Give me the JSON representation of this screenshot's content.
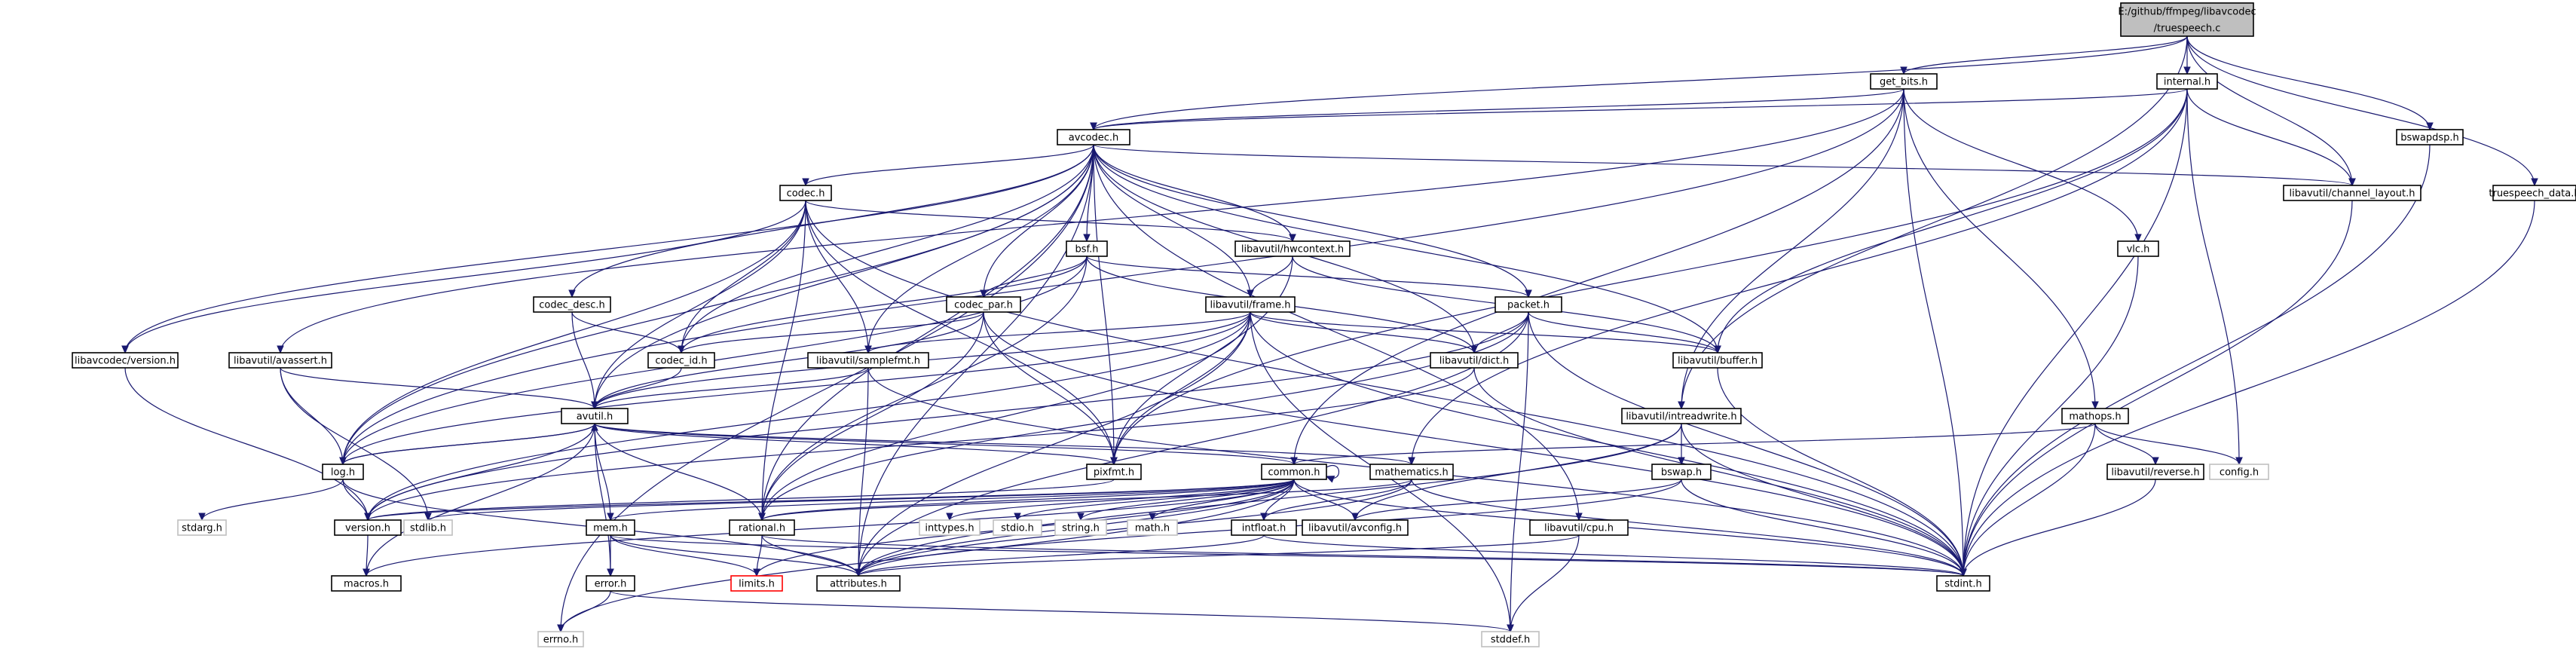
{
  "nodes": [
    {
      "id": "truespeech",
      "lines": [
        "E:/github/ffmpeg/libavcodec",
        "/truespeech.c"
      ],
      "kind": "root"
    },
    {
      "id": "get_bits",
      "lines": [
        "get_bits.h"
      ],
      "kind": "file"
    },
    {
      "id": "internal",
      "lines": [
        "internal.h"
      ],
      "kind": "file"
    },
    {
      "id": "avcodec",
      "lines": [
        "avcodec.h"
      ],
      "kind": "file"
    },
    {
      "id": "bswapdsp",
      "lines": [
        "bswapdsp.h"
      ],
      "kind": "file"
    },
    {
      "id": "channel_layout",
      "lines": [
        "libavutil/channel_layout.h"
      ],
      "kind": "file"
    },
    {
      "id": "truespeech_data",
      "lines": [
        "truespeech_data.h"
      ],
      "kind": "file"
    },
    {
      "id": "codec",
      "lines": [
        "codec.h"
      ],
      "kind": "file"
    },
    {
      "id": "bsf",
      "lines": [
        "bsf.h"
      ],
      "kind": "file"
    },
    {
      "id": "hwcontext",
      "lines": [
        "libavutil/hwcontext.h"
      ],
      "kind": "file"
    },
    {
      "id": "vlc",
      "lines": [
        "vlc.h"
      ],
      "kind": "file"
    },
    {
      "id": "codec_desc",
      "lines": [
        "codec_desc.h"
      ],
      "kind": "file"
    },
    {
      "id": "codec_par",
      "lines": [
        "codec_par.h"
      ],
      "kind": "file"
    },
    {
      "id": "frame",
      "lines": [
        "libavutil/frame.h"
      ],
      "kind": "file"
    },
    {
      "id": "packet",
      "lines": [
        "packet.h"
      ],
      "kind": "file"
    },
    {
      "id": "avcodec_version",
      "lines": [
        "libavcodec/version.h"
      ],
      "kind": "file"
    },
    {
      "id": "avassert",
      "lines": [
        "libavutil/avassert.h"
      ],
      "kind": "file"
    },
    {
      "id": "codec_id",
      "lines": [
        "codec_id.h"
      ],
      "kind": "file"
    },
    {
      "id": "samplefmt",
      "lines": [
        "libavutil/samplefmt.h"
      ],
      "kind": "file"
    },
    {
      "id": "dict",
      "lines": [
        "libavutil/dict.h"
      ],
      "kind": "file"
    },
    {
      "id": "buffer",
      "lines": [
        "libavutil/buffer.h"
      ],
      "kind": "file"
    },
    {
      "id": "avutil",
      "lines": [
        "avutil.h"
      ],
      "kind": "file"
    },
    {
      "id": "intreadwrite",
      "lines": [
        "libavutil/intreadwrite.h"
      ],
      "kind": "file"
    },
    {
      "id": "mathops",
      "lines": [
        "mathops.h"
      ],
      "kind": "file"
    },
    {
      "id": "log",
      "lines": [
        "log.h"
      ],
      "kind": "file"
    },
    {
      "id": "pixfmt",
      "lines": [
        "pixfmt.h"
      ],
      "kind": "file"
    },
    {
      "id": "common",
      "lines": [
        "common.h"
      ],
      "kind": "file"
    },
    {
      "id": "mathematics",
      "lines": [
        "mathematics.h"
      ],
      "kind": "file"
    },
    {
      "id": "bswap",
      "lines": [
        "bswap.h"
      ],
      "kind": "file"
    },
    {
      "id": "reverse",
      "lines": [
        "libavutil/reverse.h"
      ],
      "kind": "file"
    },
    {
      "id": "config",
      "lines": [
        "config.h"
      ],
      "kind": "missing"
    },
    {
      "id": "stdarg",
      "lines": [
        "stdarg.h"
      ],
      "kind": "missing"
    },
    {
      "id": "version",
      "lines": [
        "version.h"
      ],
      "kind": "file"
    },
    {
      "id": "stdlib",
      "lines": [
        "stdlib.h"
      ],
      "kind": "missing"
    },
    {
      "id": "mem",
      "lines": [
        "mem.h"
      ],
      "kind": "file"
    },
    {
      "id": "rational",
      "lines": [
        "rational.h"
      ],
      "kind": "file"
    },
    {
      "id": "inttypes",
      "lines": [
        "inttypes.h"
      ],
      "kind": "missing"
    },
    {
      "id": "stdio",
      "lines": [
        "stdio.h"
      ],
      "kind": "missing"
    },
    {
      "id": "string",
      "lines": [
        "string.h"
      ],
      "kind": "missing"
    },
    {
      "id": "math",
      "lines": [
        "math.h"
      ],
      "kind": "missing"
    },
    {
      "id": "intfloat",
      "lines": [
        "intfloat.h"
      ],
      "kind": "file"
    },
    {
      "id": "avconfig",
      "lines": [
        "libavutil/avconfig.h"
      ],
      "kind": "file"
    },
    {
      "id": "cpu",
      "lines": [
        "libavutil/cpu.h"
      ],
      "kind": "file"
    },
    {
      "id": "macros",
      "lines": [
        "macros.h"
      ],
      "kind": "file"
    },
    {
      "id": "limits",
      "lines": [
        "limits.h"
      ],
      "kind": "error"
    },
    {
      "id": "attributes",
      "lines": [
        "attributes.h"
      ],
      "kind": "file"
    },
    {
      "id": "error",
      "lines": [
        "error.h"
      ],
      "kind": "file"
    },
    {
      "id": "stdint",
      "lines": [
        "stdint.h"
      ],
      "kind": "file"
    },
    {
      "id": "errno",
      "lines": [
        "errno.h"
      ],
      "kind": "missing"
    },
    {
      "id": "stddef",
      "lines": [
        "stddef.h"
      ],
      "kind": "missing"
    }
  ],
  "edges": [
    [
      "truespeech",
      "get_bits"
    ],
    [
      "truespeech",
      "internal"
    ],
    [
      "truespeech",
      "avcodec"
    ],
    [
      "truespeech",
      "bswapdsp"
    ],
    [
      "truespeech",
      "channel_layout"
    ],
    [
      "truespeech",
      "truespeech_data"
    ],
    [
      "truespeech",
      "intreadwrite"
    ],
    [
      "get_bits",
      "avcodec"
    ],
    [
      "get_bits",
      "vlc"
    ],
    [
      "get_bits",
      "mathops"
    ],
    [
      "get_bits",
      "avassert"
    ],
    [
      "get_bits",
      "log"
    ],
    [
      "get_bits",
      "common"
    ],
    [
      "get_bits",
      "intreadwrite"
    ],
    [
      "get_bits",
      "stdint"
    ],
    [
      "internal",
      "avcodec"
    ],
    [
      "internal",
      "channel_layout"
    ],
    [
      "internal",
      "buffer"
    ],
    [
      "internal",
      "mathematics"
    ],
    [
      "internal",
      "pixfmt"
    ],
    [
      "internal",
      "config"
    ],
    [
      "internal",
      "stdint"
    ],
    [
      "avcodec",
      "codec"
    ],
    [
      "avcodec",
      "bsf"
    ],
    [
      "avcodec",
      "hwcontext"
    ],
    [
      "avcodec",
      "codec_desc"
    ],
    [
      "avcodec",
      "codec_par"
    ],
    [
      "avcodec",
      "frame"
    ],
    [
      "avcodec",
      "packet"
    ],
    [
      "avcodec",
      "avcodec_version"
    ],
    [
      "avcodec",
      "codec_id"
    ],
    [
      "avcodec",
      "samplefmt"
    ],
    [
      "avcodec",
      "dict"
    ],
    [
      "avcodec",
      "buffer"
    ],
    [
      "avcodec",
      "avutil"
    ],
    [
      "avcodec",
      "log"
    ],
    [
      "avcodec",
      "pixfmt"
    ],
    [
      "avcodec",
      "rational"
    ],
    [
      "avcodec",
      "attributes"
    ],
    [
      "avcodec",
      "channel_layout"
    ],
    [
      "avcodec",
      "cpu"
    ],
    [
      "avcodec",
      "errno"
    ],
    [
      "bswapdsp",
      "stdint"
    ],
    [
      "channel_layout",
      "stdint"
    ],
    [
      "truespeech_data",
      "stdint"
    ],
    [
      "codec",
      "hwcontext"
    ],
    [
      "codec",
      "codec_id"
    ],
    [
      "codec",
      "samplefmt"
    ],
    [
      "codec",
      "avutil"
    ],
    [
      "codec",
      "log"
    ],
    [
      "codec",
      "pixfmt"
    ],
    [
      "codec",
      "rational"
    ],
    [
      "codec",
      "avcodec_version"
    ],
    [
      "codec",
      "stdint"
    ],
    [
      "bsf",
      "codec_id"
    ],
    [
      "bsf",
      "codec_par"
    ],
    [
      "bsf",
      "packet"
    ],
    [
      "bsf",
      "dict"
    ],
    [
      "bsf",
      "log"
    ],
    [
      "bsf",
      "rational"
    ],
    [
      "hwcontext",
      "frame"
    ],
    [
      "hwcontext",
      "buffer"
    ],
    [
      "hwcontext",
      "pixfmt"
    ],
    [
      "vlc",
      "stdint"
    ],
    [
      "codec_desc",
      "codec_id"
    ],
    [
      "codec_desc",
      "avutil"
    ],
    [
      "codec_par",
      "codec_id"
    ],
    [
      "codec_par",
      "avutil"
    ],
    [
      "codec_par",
      "pixfmt"
    ],
    [
      "codec_par",
      "rational"
    ],
    [
      "codec_par",
      "stdint"
    ],
    [
      "frame",
      "avutil"
    ],
    [
      "frame",
      "buffer"
    ],
    [
      "frame",
      "dict"
    ],
    [
      "frame",
      "samplefmt"
    ],
    [
      "frame",
      "pixfmt"
    ],
    [
      "frame",
      "rational"
    ],
    [
      "frame",
      "log"
    ],
    [
      "frame",
      "attributes"
    ],
    [
      "frame",
      "version"
    ],
    [
      "frame",
      "stddef"
    ],
    [
      "frame",
      "stdint"
    ],
    [
      "packet",
      "buffer"
    ],
    [
      "packet",
      "dict"
    ],
    [
      "packet",
      "attributes"
    ],
    [
      "packet",
      "rational"
    ],
    [
      "packet",
      "version"
    ],
    [
      "packet",
      "stddef"
    ],
    [
      "packet",
      "stdint"
    ],
    [
      "avcodec_version",
      "version"
    ],
    [
      "avassert",
      "avutil"
    ],
    [
      "avassert",
      "log"
    ],
    [
      "avassert",
      "stdlib"
    ],
    [
      "codec_id",
      "avutil"
    ],
    [
      "samplefmt",
      "avutil"
    ],
    [
      "samplefmt",
      "attributes"
    ],
    [
      "samplefmt",
      "stdint"
    ],
    [
      "dict",
      "version"
    ],
    [
      "dict",
      "stdint"
    ],
    [
      "buffer",
      "stdint"
    ],
    [
      "avutil",
      "log"
    ],
    [
      "avutil",
      "pixfmt"
    ],
    [
      "avutil",
      "common"
    ],
    [
      "avutil",
      "error"
    ],
    [
      "avutil",
      "mathematics"
    ],
    [
      "avutil",
      "rational"
    ],
    [
      "avutil",
      "version"
    ],
    [
      "avutil",
      "macros"
    ],
    [
      "intreadwrite",
      "bswap"
    ],
    [
      "intreadwrite",
      "avconfig"
    ],
    [
      "intreadwrite",
      "attributes"
    ],
    [
      "intreadwrite",
      "stdint"
    ],
    [
      "mathops",
      "common"
    ],
    [
      "mathops",
      "reverse"
    ],
    [
      "mathops",
      "config"
    ],
    [
      "mathops",
      "stdint"
    ],
    [
      "log",
      "avutil"
    ],
    [
      "log",
      "attributes"
    ],
    [
      "log",
      "version"
    ],
    [
      "log",
      "stdarg"
    ],
    [
      "pixfmt",
      "version"
    ],
    [
      "common",
      "version"
    ],
    [
      "common",
      "stdlib"
    ],
    [
      "common",
      "mem"
    ],
    [
      "common",
      "rational"
    ],
    [
      "common",
      "inttypes"
    ],
    [
      "common",
      "stdio"
    ],
    [
      "common",
      "string"
    ],
    [
      "common",
      "math"
    ],
    [
      "common",
      "intfloat"
    ],
    [
      "common",
      "avconfig"
    ],
    [
      "common",
      "attributes"
    ],
    [
      "common",
      "macros"
    ],
    [
      "common",
      "limits"
    ],
    [
      "common",
      "errno"
    ],
    [
      "common",
      "stdint"
    ],
    [
      "common",
      "common"
    ],
    [
      "mathematics",
      "rational"
    ],
    [
      "mathematics",
      "intfloat"
    ],
    [
      "mathematics",
      "attributes"
    ],
    [
      "mathematics",
      "stdint"
    ],
    [
      "bswap",
      "avconfig"
    ],
    [
      "bswap",
      "attributes"
    ],
    [
      "bswap",
      "stdint"
    ],
    [
      "reverse",
      "stdint"
    ],
    [
      "version",
      "macros"
    ],
    [
      "mem",
      "avutil"
    ],
    [
      "mem",
      "attributes"
    ],
    [
      "mem",
      "error"
    ],
    [
      "mem",
      "limits"
    ],
    [
      "mem",
      "stdint"
    ],
    [
      "rational",
      "attributes"
    ],
    [
      "rational",
      "limits"
    ],
    [
      "rational",
      "stdint"
    ],
    [
      "intfloat",
      "attributes"
    ],
    [
      "intfloat",
      "stdint"
    ],
    [
      "cpu",
      "attributes"
    ],
    [
      "cpu",
      "stddef"
    ],
    [
      "error",
      "errno"
    ],
    [
      "error",
      "stddef"
    ]
  ]
}
